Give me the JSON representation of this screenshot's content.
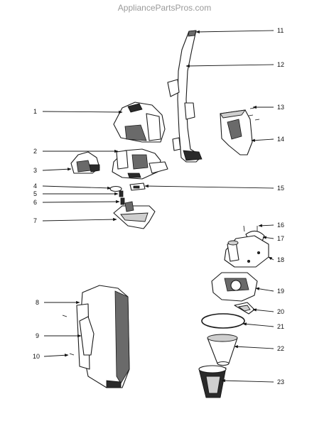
{
  "watermark": "AppliancePartsPros.com",
  "callouts": [
    {
      "label": "1"
    },
    {
      "label": "2"
    },
    {
      "label": "3"
    },
    {
      "label": "4"
    },
    {
      "label": "5"
    },
    {
      "label": "6"
    },
    {
      "label": "7"
    },
    {
      "label": "8"
    },
    {
      "label": "9"
    },
    {
      "label": "10"
    },
    {
      "label": "11"
    },
    {
      "label": "12"
    },
    {
      "label": "13"
    },
    {
      "label": "14"
    },
    {
      "label": "15"
    },
    {
      "label": "16"
    },
    {
      "label": "17"
    },
    {
      "label": "18"
    },
    {
      "label": "19"
    },
    {
      "label": "20"
    },
    {
      "label": "21"
    },
    {
      "label": "22"
    },
    {
      "label": "23"
    }
  ]
}
